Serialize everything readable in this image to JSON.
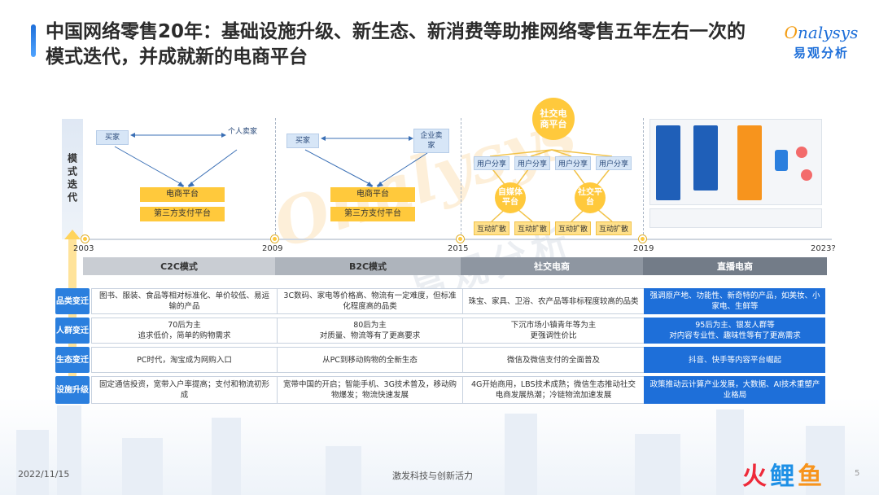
{
  "title": "中国网络零售20年：基础设施升级、新生态、新消费等助推网络零售五年左右一次的模式迭代，并成就新的电商平台",
  "logo": {
    "en": "nalysys",
    "cn": "易观分析"
  },
  "watermark": {
    "en": "nalysys",
    "cn": "易观分析"
  },
  "side_label": "模式迭代",
  "diagrams": {
    "c2c": {
      "buyer": "买家",
      "seller": "个人卖家",
      "platform": "电商平台",
      "payment": "第三方支付平台"
    },
    "b2c": {
      "buyer": "买家",
      "seller": "企业卖家",
      "platform": "电商平台",
      "payment": "第三方支付平台"
    },
    "social": {
      "hub": "社交电商平台",
      "shares": [
        "用户分享",
        "用户分享",
        "用户分享",
        "用户分享"
      ],
      "nodes": [
        "自媒体平台",
        "社交平台"
      ],
      "spreads": [
        "互动扩散",
        "互动扩散",
        "互动扩散",
        "互动扩散"
      ]
    }
  },
  "timeline": {
    "years": [
      "2003",
      "2009",
      "2015",
      "2019",
      "2023?"
    ]
  },
  "stages": [
    "C2C模式",
    "B2C模式",
    "社交电商",
    "直播电商"
  ],
  "rows": [
    {
      "label": "品类变迁",
      "cells": [
        "图书、服装、食品等相对标准化、单价较低、易运输的产品",
        "3C数码、家电等价格高、物流有一定难度，但标准化程度高的品类",
        "珠宝、家具、卫浴、农产品等非标程度较高的品类",
        "强调原产地、功能性、新奇特的产品，如美妆、小家电、生鲜等"
      ]
    },
    {
      "label": "人群变迁",
      "cells": [
        "70后为主\n追求低价，简单的购物需求",
        "80后为主\n对质量、物流等有了更高要求",
        "下沉市场小镇青年等为主\n更强调性价比",
        "95后为主、银发人群等\n对内容专业性、趣味性等有了更高需求"
      ]
    },
    {
      "label": "生态变迁",
      "cells": [
        "PC时代，淘宝成为网购入口",
        "从PC到移动购物的全新生态",
        "微信及微信支付的全面普及",
        "抖音、快手等内容平台崛起"
      ]
    },
    {
      "label": "设施升级",
      "cells": [
        "固定通信投资，宽带入户率提高；支付和物流初形成",
        "宽带中国的开启；智能手机、3G技术普及，移动购物爆发；物流快速发展",
        "4G开始商用，LBS技术成熟；微信生态推动社交电商发展热潮；冷链物流加速发展",
        "政策推动云计算产业发展，大数据、AI技术重塑产业格局"
      ]
    }
  ],
  "footer": {
    "date": "2022/11/15",
    "slogan": "激发科技与创新活力",
    "brand": [
      "火",
      "鲤",
      "鱼"
    ],
    "page": "5"
  },
  "colors": {
    "accent_blue": "#1e6fd9",
    "yellow": "#ffc93c"
  }
}
